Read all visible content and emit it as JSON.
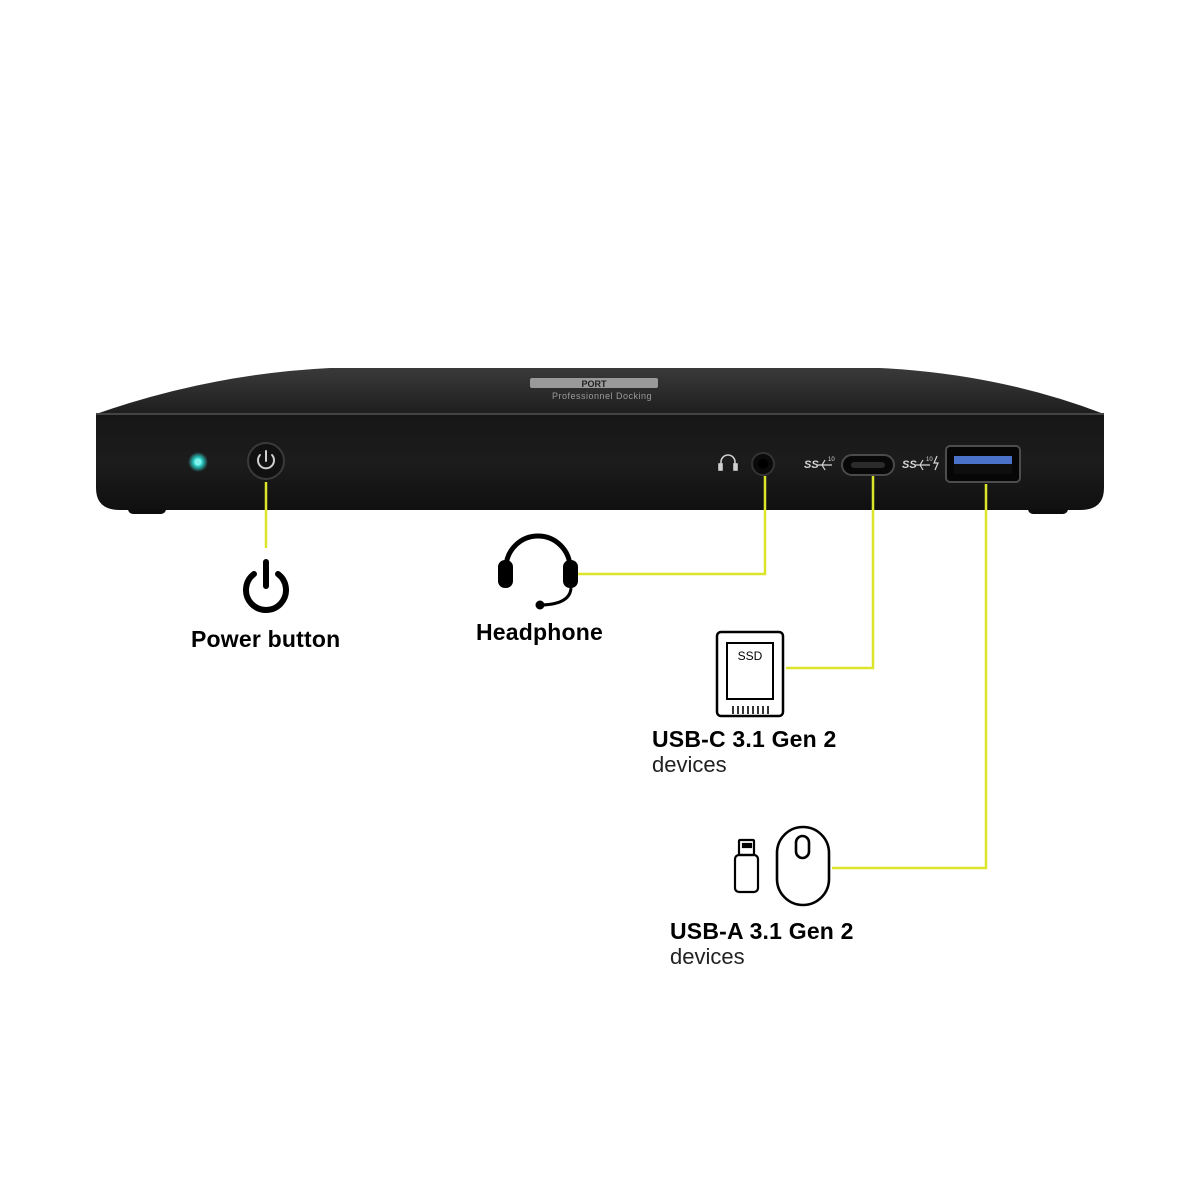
{
  "device": {
    "brand_mark": "PORT",
    "brand_subtitle": "Professionnel Docking",
    "usb_c_port_badge": "SS",
    "usb_a_port_badge": "SS",
    "port_speed_mark": "10"
  },
  "callouts": {
    "power": {
      "title": "Power button",
      "icon": "power-icon"
    },
    "headphone": {
      "title": "Headphone",
      "icon": "headset-icon"
    },
    "usb_c": {
      "title": "USB-C 3.1 Gen 2",
      "subtitle": "devices",
      "icon": "ssd-icon",
      "icon_text": "SSD"
    },
    "usb_a": {
      "title": "USB-A 3.1 Gen 2",
      "subtitle": "devices",
      "icons": [
        "usb-stick-icon",
        "mouse-icon"
      ]
    }
  },
  "colors": {
    "connector_line": "#dbe52a",
    "led": "#2fd8d0",
    "device_body": "#1b1b1b"
  }
}
